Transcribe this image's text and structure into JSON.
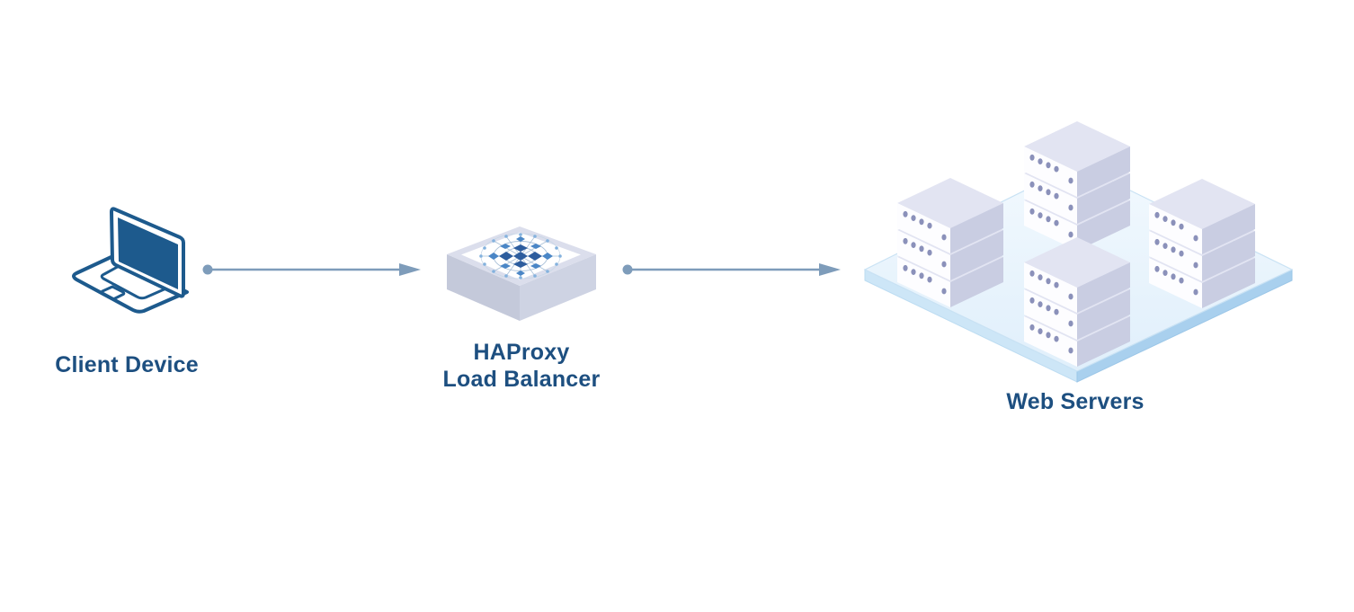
{
  "diagram": {
    "type": "architecture-flow",
    "nodes": {
      "client": {
        "label": "Client Device",
        "icon": "laptop-icon"
      },
      "load_balancer": {
        "label_line1": "HAProxy",
        "label_line2": "Load Balancer",
        "icon": "load-balancer-box-icon"
      },
      "web_servers": {
        "label": "Web Servers",
        "icon": "server-cluster-icon",
        "server_stack_count": 4,
        "servers_per_stack": 3
      }
    },
    "connections": [
      {
        "from": "Client Device",
        "to": "HAProxy Load Balancer",
        "style": "dot-start-arrow-end"
      },
      {
        "from": "HAProxy Load Balancer",
        "to": "Web Servers",
        "style": "dot-start-arrow-end"
      }
    ],
    "colors": {
      "label_text": "#1d4f80",
      "arrow": "#7e9cba",
      "laptop_outline": "#1d5a8d",
      "laptop_screen": "#1d5a8d",
      "box_side_left": "#c4c9da",
      "box_side_right": "#ced3e3",
      "box_top_rim": "#dbdeec",
      "box_top_face": "#ffffff",
      "logo_dark_blue": "#2d5d9e",
      "logo_mid_blue": "#4a86c6",
      "logo_light_blue": "#84b2de",
      "logo_line": "#a9c0d8",
      "server_top": "#e2e4f2",
      "server_left_face": "#fdfdff",
      "server_right_face": "#c9cde2",
      "server_led_dot": "#8b91ba",
      "platform_top": "#eaf5fd",
      "platform_side_left": "#cde6f7",
      "platform_side_right": "#a9d0ee",
      "platform_edge": "#bcdcf2",
      "background": "#ffffff"
    }
  }
}
